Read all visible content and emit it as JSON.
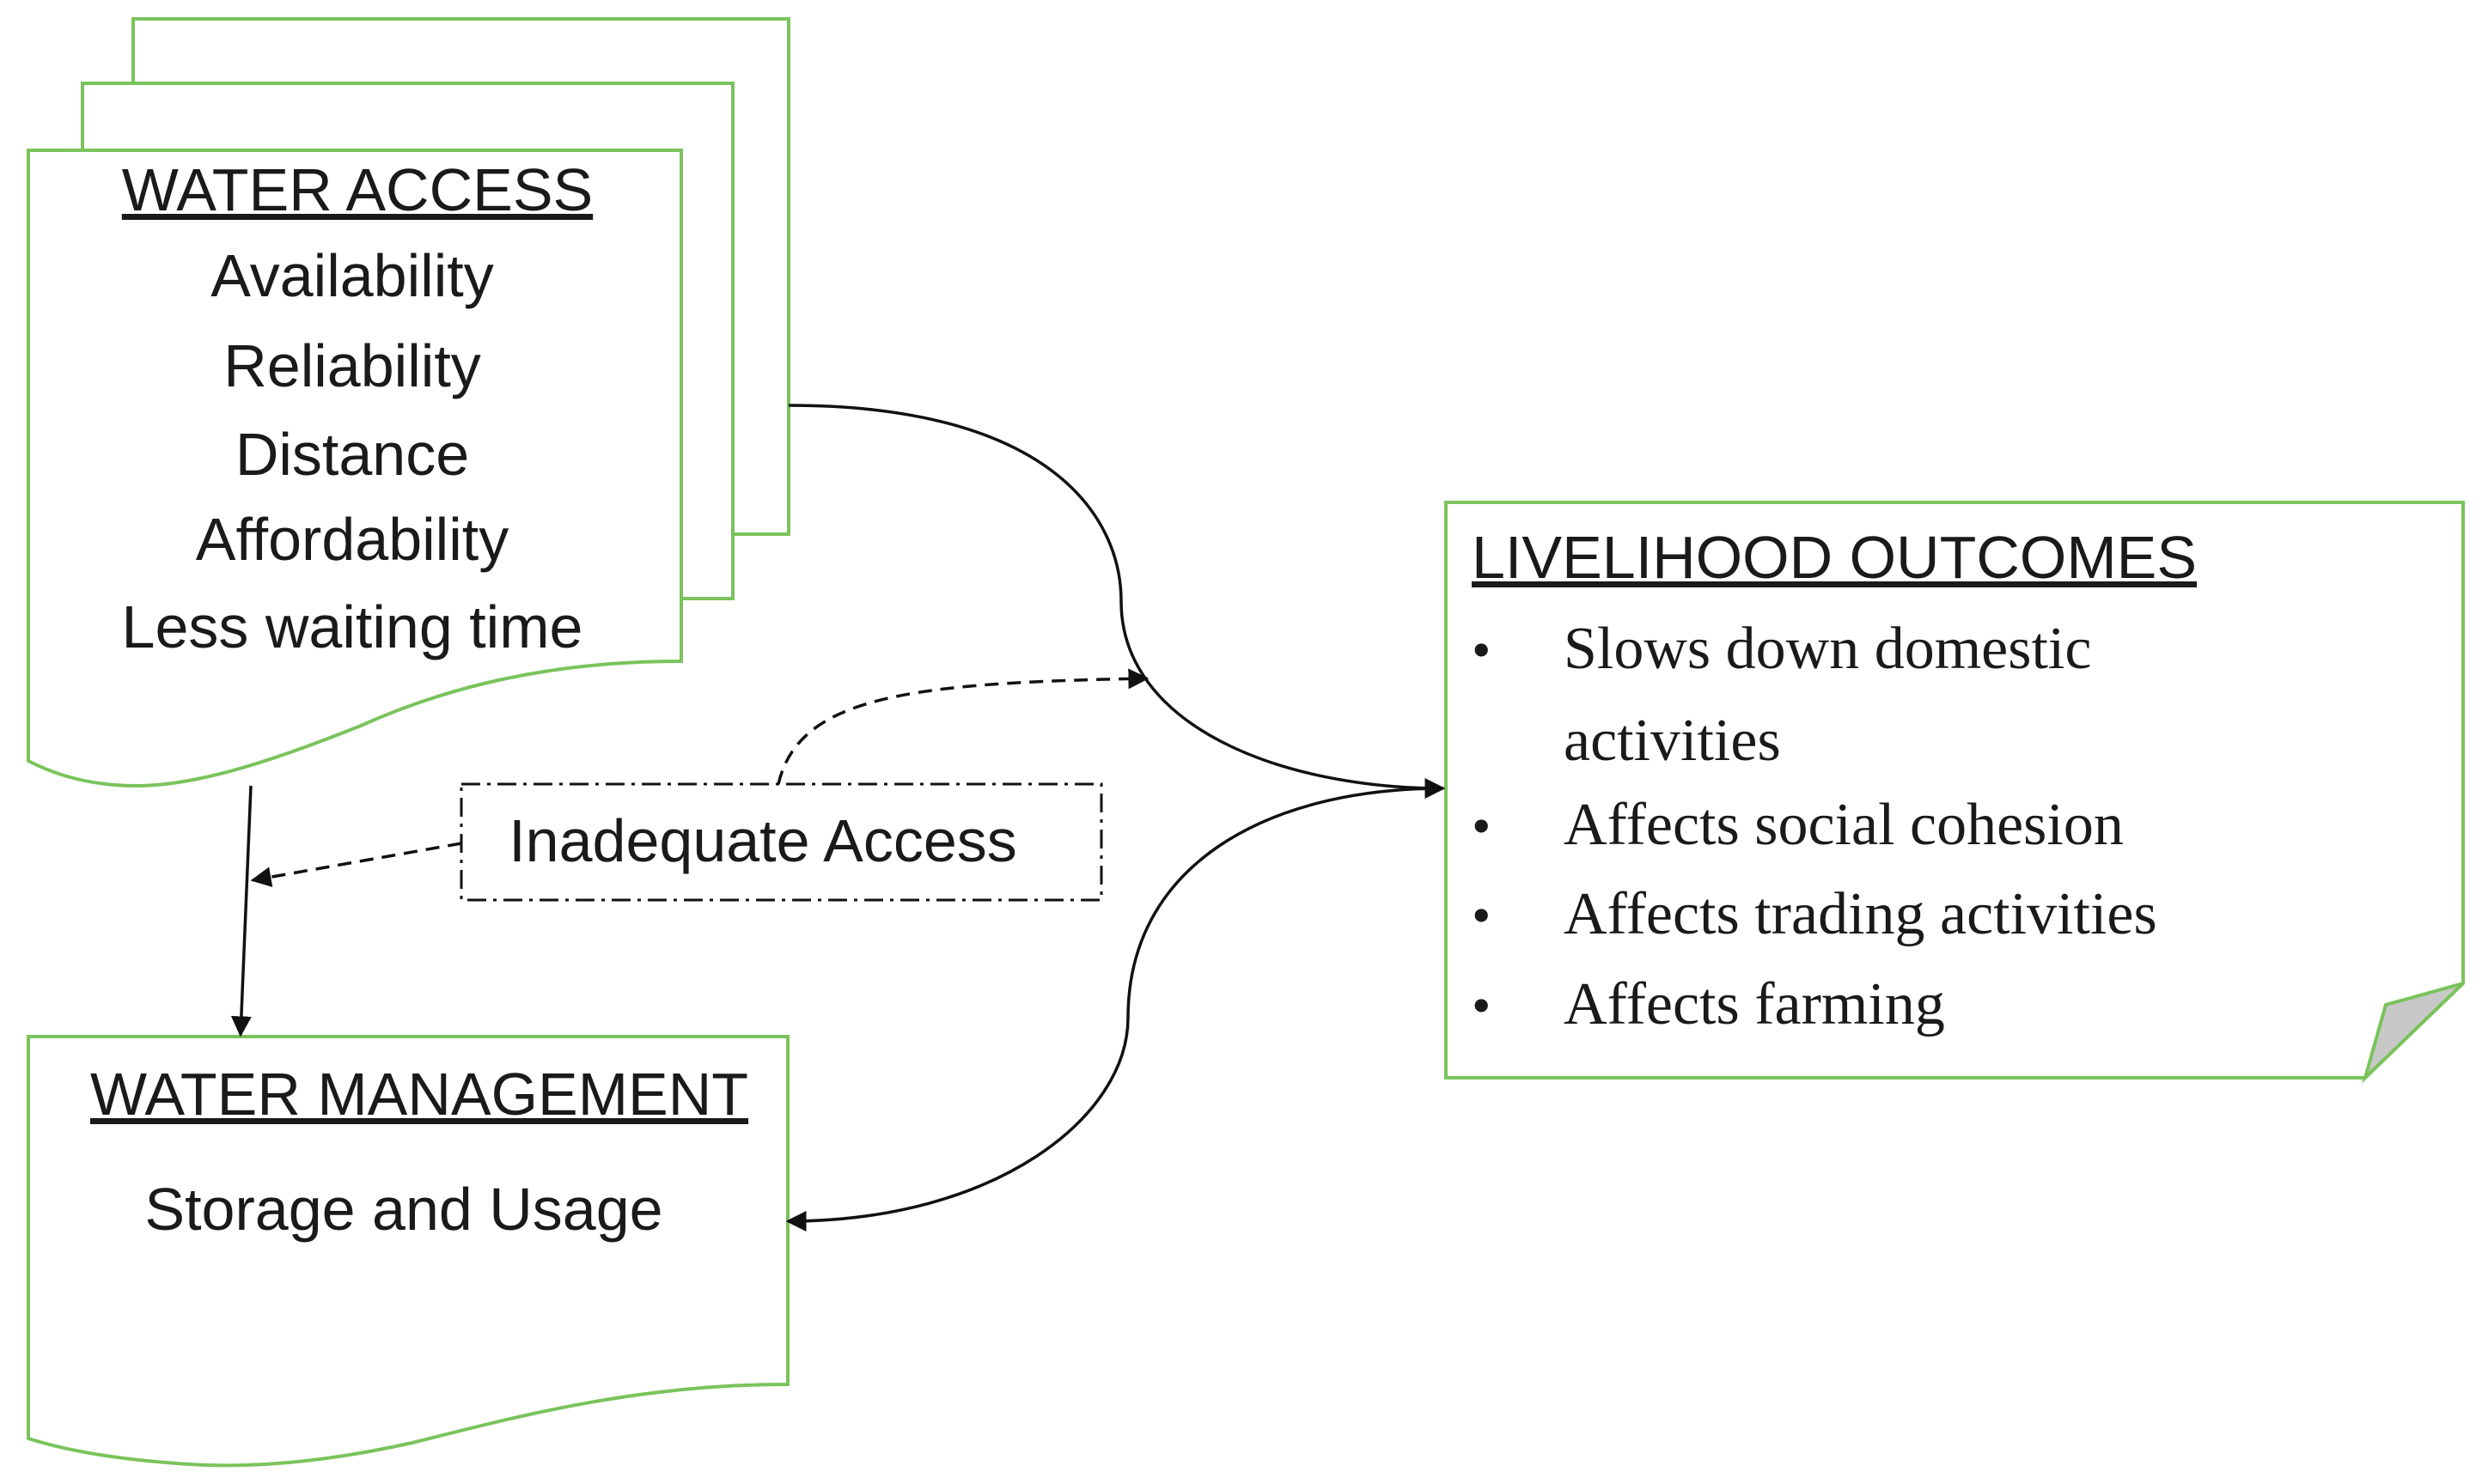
{
  "water_access": {
    "title": "WATER ACCESS",
    "items": [
      "Availability",
      "Reliability",
      "Distance",
      "Affordability",
      "Less waiting time"
    ]
  },
  "water_management": {
    "title": "WATER MANAGEMENT",
    "body": "Storage and Usage"
  },
  "inadequate_access": {
    "label": "Inadequate Access"
  },
  "livelihood_outcomes": {
    "title": "LIVELIHOOD OUTCOMES",
    "bullet": "•",
    "items": [
      [
        "Slows down domestic",
        "activities"
      ],
      [
        "Affects social cohesion"
      ],
      [
        "Affects trading activities"
      ],
      [
        "Affects farming"
      ]
    ]
  },
  "colors": {
    "box_border": "#7ac35c",
    "note_fold": "#c8c8c8",
    "line": "#111111"
  }
}
